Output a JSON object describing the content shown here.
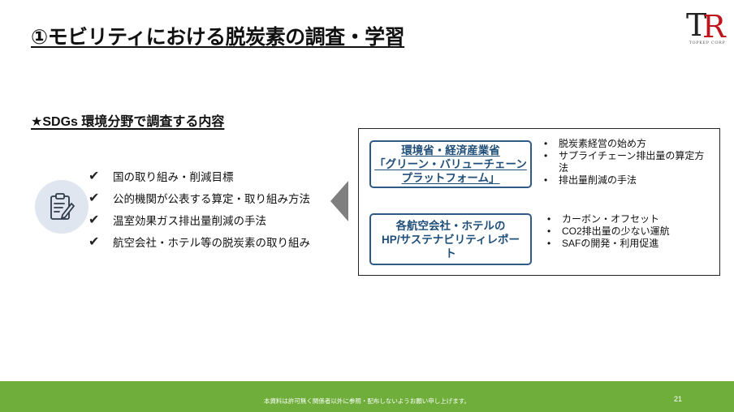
{
  "header": {
    "title": "①モビリティにおける脱炭素の調査・学習",
    "logo": {
      "text": "TR",
      "subtitle": "TOPKEP CORP",
      "accent": "#c0141c"
    }
  },
  "section": {
    "heading": "★SDGs 環境分野で調査する内容",
    "icon": "clipboard-edit-icon",
    "items": [
      "国の取り組み・削減目標",
      "公的機関が公表する算定・取り組み方法",
      "温室効果ガス排出量削減の手法",
      "航空会社・ホテル等の脱炭素の取り組み"
    ],
    "check_glyph": "✔"
  },
  "sources": [
    {
      "name_lines": [
        "環境省・経済産業省",
        "「グリーン・バリューチェーン",
        "プラットフォーム」"
      ],
      "bullets": [
        {
          "text": "脱炭素経営の始め方"
        },
        {
          "text": "サプライチェーン排出量の算定方",
          "cont": "法"
        },
        {
          "text": "排出量削減の手法"
        }
      ]
    },
    {
      "name_lines": [
        "各航空会社・ホテルの",
        "HP/サステナビリティレポー",
        "ト"
      ],
      "bullets": [
        {
          "text": "カーボン・オフセット"
        },
        {
          "text": "CO2排出量の少ない運航"
        },
        {
          "text": "SAFの開発・利用促進"
        }
      ]
    }
  ],
  "colors": {
    "accent_blue": "#1f4e79",
    "footer_green": "#6fae3b",
    "icon_bg": "#dfe6ef",
    "arrow_gray": "#7f7f7f"
  },
  "footer": {
    "text": "本資料は許可無く関係者以外に参照・配布しないようお願い申し上げます。",
    "page": "21"
  }
}
